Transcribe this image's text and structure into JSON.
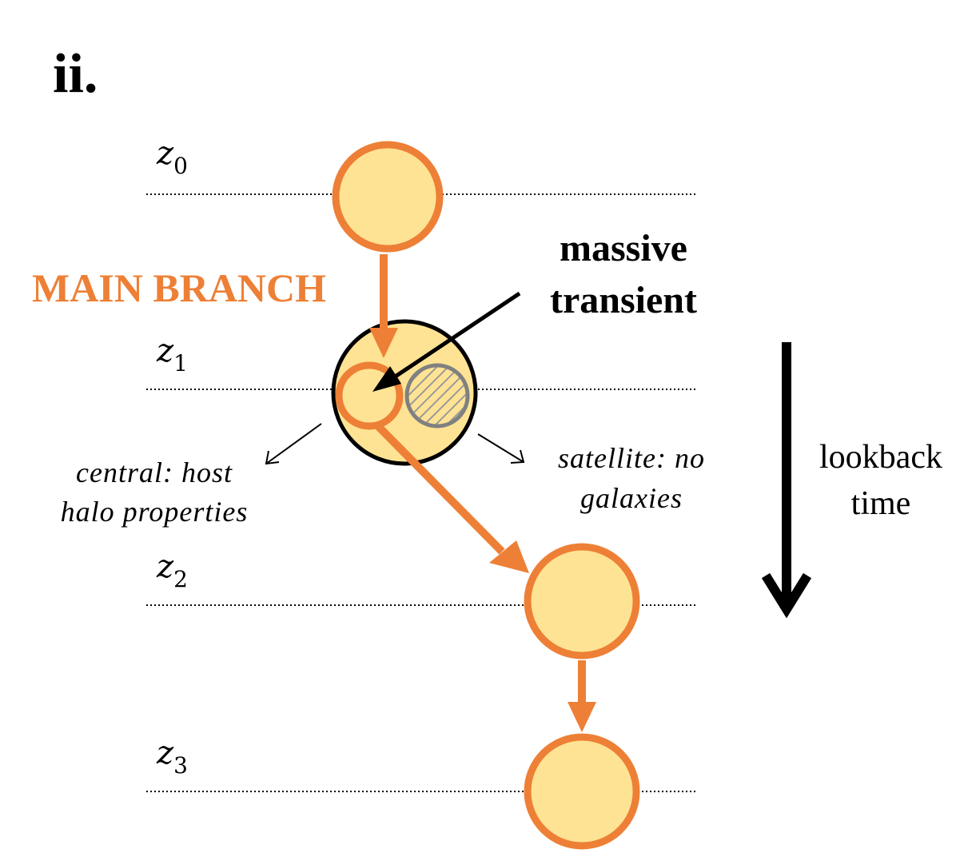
{
  "panel_label": "ii.",
  "redshift_levels": [
    {
      "symbol": "z",
      "subscript": "0"
    },
    {
      "symbol": "z",
      "subscript": "1"
    },
    {
      "symbol": "z",
      "subscript": "2"
    },
    {
      "symbol": "z",
      "subscript": "3"
    }
  ],
  "labels": {
    "main_branch": "MAIN BRANCH",
    "massive_line1": "massive",
    "massive_line2": "transient",
    "central_line1": "central: host",
    "central_line2": "halo properties",
    "satellite_line1": "satellite: no",
    "satellite_line2": "galaxies",
    "lookback_line1": "lookback",
    "lookback_line2": "time"
  },
  "colors": {
    "orange": "#ED8036",
    "halo_fill": "#FFE394",
    "satellite_stroke": "#808080",
    "black": "#000000"
  }
}
